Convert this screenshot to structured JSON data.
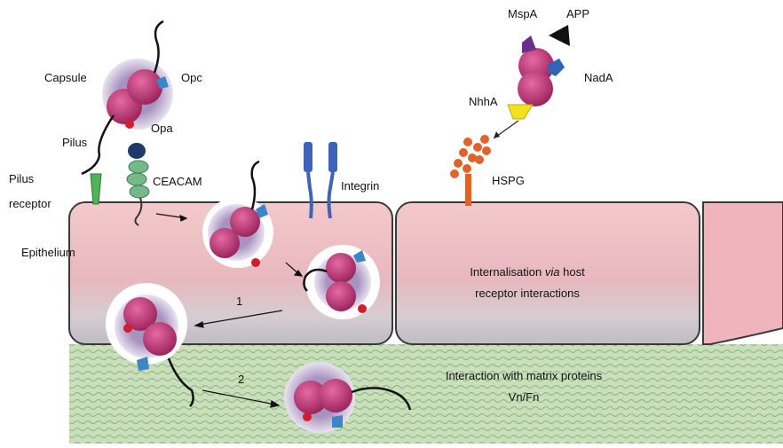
{
  "labels": {
    "capsule": "Capsule",
    "opc": "Opc",
    "opa": "Opa",
    "pilus": "Pilus",
    "pilus_receptor_line1": "Pilus",
    "pilus_receptor_line2": "receptor",
    "ceacam": "CEACAM",
    "integrin": "Integrin",
    "epithelium": "Epithelium",
    "mspa": "MspA",
    "app": "APP",
    "nada": "NadA",
    "nhha": "NhhA",
    "hspg": "HSPG",
    "internalisation_line1_pre": "Internalisation ",
    "internalisation_line1_italic": "via",
    "internalisation_line1_post": " host",
    "internalisation_line2": "receptor interactions",
    "matrix_line1": "Interaction with matrix proteins",
    "matrix_line2": "Vn/Fn",
    "step1": "1",
    "step2": "2"
  },
  "colors": {
    "epithelium_top": "#f3c7c9",
    "epithelium_bottom": "#c9c6cb",
    "matrix_green": "#b7d3a7",
    "bacterium": "#c43d7e",
    "capsule_halo": "#b9a9c9",
    "opc_blue": "#3a86c8",
    "opa_red": "#d21d2a",
    "pilus_receptor_green": "#4fb35a",
    "ceacam_green": "#74b98a",
    "ceacam_head": "#1d3b6a",
    "integrin_blue": "#3d64b8",
    "hspg_orange": "#e0642a",
    "mspa_purple": "#6a2f8a",
    "app_black": "#111111",
    "nada_blue": "#2f66b3",
    "nhha_yellow": "#f2e21e"
  }
}
